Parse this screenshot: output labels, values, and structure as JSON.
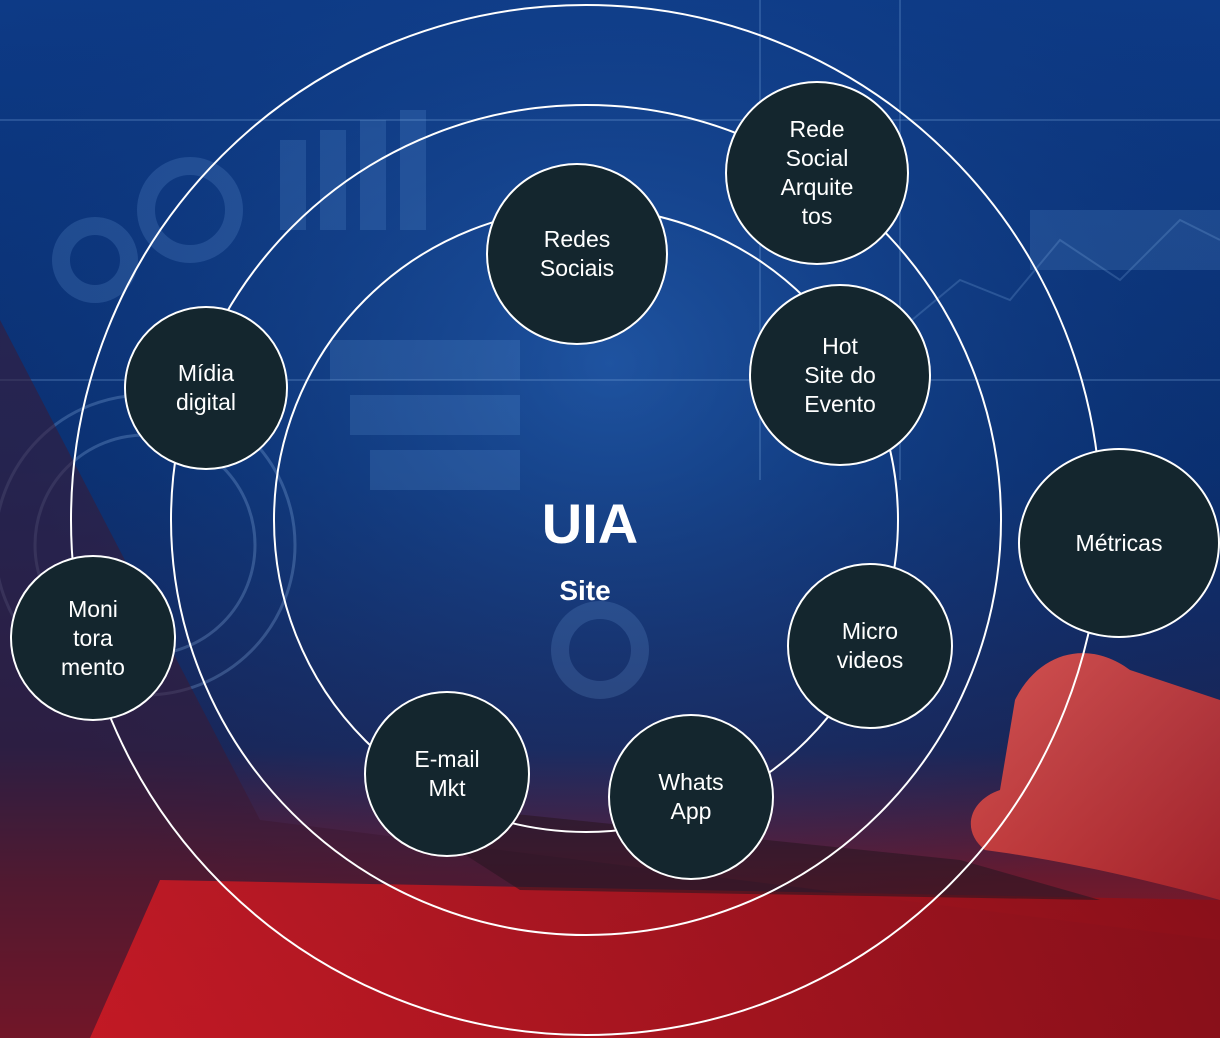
{
  "center": {
    "title": "UIA",
    "subtitle": "Site"
  },
  "nodes": [
    {
      "id": "redes-sociais",
      "label": "Redes\nSociais"
    },
    {
      "id": "rede-social-arquitetos",
      "label": "Rede\nSocial\nArquite\ntos"
    },
    {
      "id": "hot-site-do-evento",
      "label": "Hot\nSite do\nEvento"
    },
    {
      "id": "metricas",
      "label": "Métricas"
    },
    {
      "id": "micro-videos",
      "label": "Micro\nvideos"
    },
    {
      "id": "whats-app",
      "label": "Whats\nApp"
    },
    {
      "id": "email-mkt",
      "label": "E-mail\nMkt"
    },
    {
      "id": "monitoramento",
      "label": "Moni\ntora\nmento"
    },
    {
      "id": "midia-digital",
      "label": "Mídia\ndigital"
    }
  ],
  "colors": {
    "node_fill": "#14262e",
    "ring_stroke": "#ffffff",
    "bg_blue": "#0b2a63",
    "bg_red": "#b3121b"
  }
}
